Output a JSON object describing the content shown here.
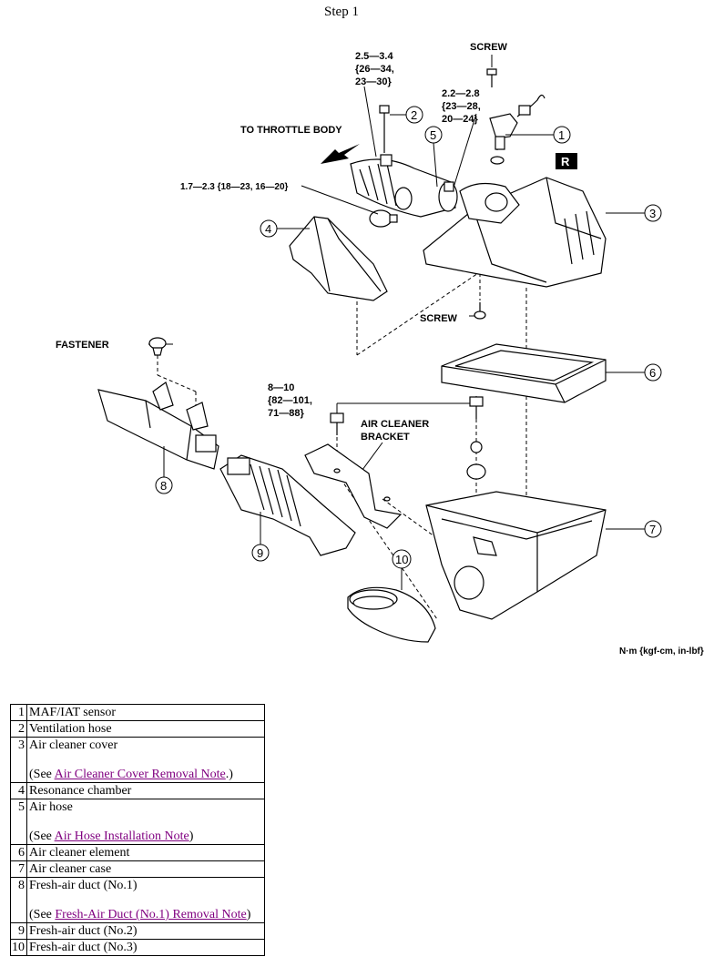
{
  "header": {
    "step": "Step 1"
  },
  "diagram": {
    "labels": {
      "screw_top": "SCREW",
      "screw_bottom": "SCREW",
      "to_throttle": "TO THROTTLE BODY",
      "fastener": "FASTENER",
      "bracket_line1": "AIR CLEANER",
      "bracket_line2": "BRACKET",
      "units": "N·m {kgf-cm, in-lbf}",
      "r_badge": "R"
    },
    "torques": {
      "t1": [
        "2.5—3.4",
        "{26—34,",
        "23—30}"
      ],
      "t2": [
        "2.2—2.8",
        "{23—28,",
        "20—24}"
      ],
      "t3": "1.7—2.3 {18—23, 16—20}",
      "t4": [
        "8—10",
        "{82—101,",
        "71—88}"
      ]
    },
    "callouts": [
      "1",
      "2",
      "3",
      "4",
      "5",
      "6",
      "7",
      "8",
      "9",
      "10"
    ]
  },
  "parts": [
    {
      "num": "1",
      "name": "MAF/IAT sensor"
    },
    {
      "num": "2",
      "name": "Ventilation hose"
    },
    {
      "num": "3",
      "name": "Air cleaner cover",
      "note_pre": "(See ",
      "note_link": "Air Cleaner Cover Removal Note",
      "note_post": ".)"
    },
    {
      "num": "4",
      "name": "Resonance chamber"
    },
    {
      "num": "5",
      "name": "Air hose",
      "note_pre": "(See ",
      "note_link": "Air Hose Installation Note",
      "note_post": ")"
    },
    {
      "num": "6",
      "name": "Air cleaner element"
    },
    {
      "num": "7",
      "name": "Air cleaner case"
    },
    {
      "num": "8",
      "name": "Fresh-air duct (No.1)",
      "note_pre": "(See ",
      "note_link": "Fresh-Air Duct (No.1) Removal Note",
      "note_post": ")"
    },
    {
      "num": "9",
      "name": "Fresh-air duct (No.2)"
    },
    {
      "num": "10",
      "name": "Fresh-air duct (No.3)"
    }
  ]
}
